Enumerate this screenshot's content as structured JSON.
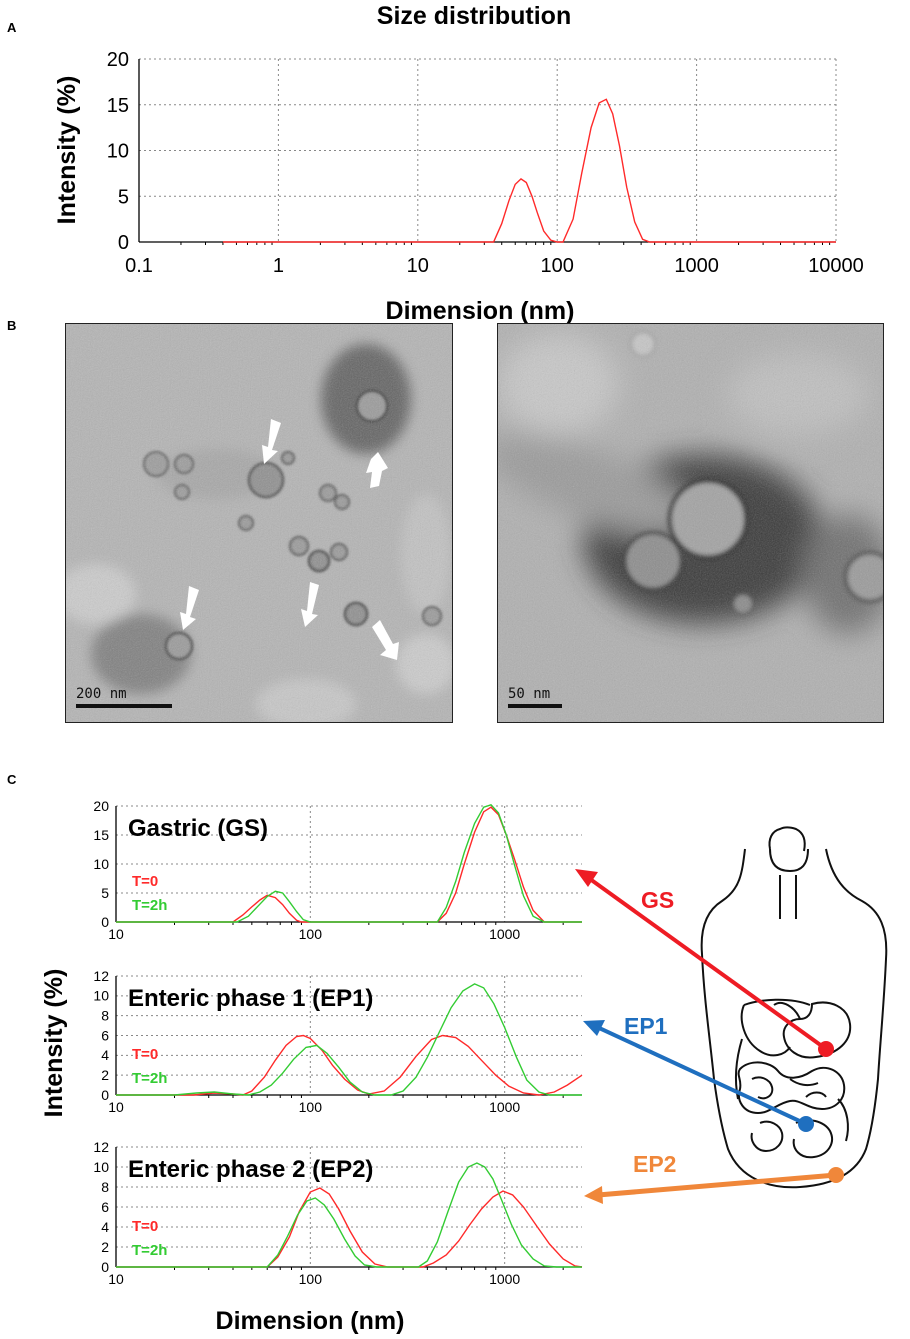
{
  "panels": {
    "a": "A",
    "b": "B",
    "c": "C"
  },
  "colors": {
    "red": "#ff2a2a",
    "green": "#33cc33",
    "gs": "#ee1c24",
    "ep1": "#1f6fbf",
    "ep2": "#f0873a"
  },
  "chart_data": [
    {
      "type": "line",
      "title": "Size distribution",
      "xlabel": "Dimension (nm)",
      "ylabel": "Intensity (%)",
      "xscale": "log",
      "xlim": [
        0.1,
        10000
      ],
      "ylim": [
        0,
        20
      ],
      "xticks": [
        "0.1",
        "1",
        "10",
        "100",
        "1000",
        "10000"
      ],
      "yticks": [
        "0",
        "5",
        "10",
        "15",
        "20"
      ],
      "grid": true,
      "series": [
        {
          "color": "red",
          "x": [
            0.4,
            35,
            40,
            45,
            50,
            55,
            60,
            66,
            72,
            80,
            90,
            100,
            110,
            130,
            150,
            175,
            200,
            225,
            250,
            280,
            315,
            360,
            410,
            460,
            10000
          ],
          "y": [
            0,
            0,
            2.0,
            4.5,
            6.3,
            6.9,
            6.5,
            5.0,
            3.2,
            1.2,
            0.2,
            0,
            0,
            2.5,
            7.5,
            12.5,
            15.2,
            15.6,
            14.0,
            10.5,
            6.0,
            2.2,
            0.3,
            0,
            0
          ]
        }
      ]
    },
    {
      "type": "line",
      "title": "Gastric (GS)",
      "xscale": "log",
      "xlim": [
        10,
        2500
      ],
      "ylim": [
        0,
        20
      ],
      "xticks": [
        "10",
        "100",
        "1000"
      ],
      "yticks": [
        "0",
        "5",
        "10",
        "15",
        "20"
      ],
      "grid": true,
      "legend": [
        "T=0",
        "T=2h"
      ],
      "series": [
        {
          "name": "T=0",
          "color": "red",
          "x": [
            10,
            40,
            45,
            50,
            55,
            60,
            66,
            72,
            78,
            85,
            90,
            450,
            500,
            560,
            620,
            700,
            780,
            850,
            930,
            1020,
            1120,
            1250,
            1400,
            1600,
            2500
          ],
          "y": [
            0,
            0,
            1.2,
            2.6,
            3.8,
            4.6,
            4.2,
            3.0,
            1.5,
            0.3,
            0,
            0,
            1.5,
            5.0,
            10.0,
            15.5,
            19.0,
            19.8,
            18.5,
            15.0,
            11.0,
            6.0,
            2.0,
            0,
            0
          ]
        },
        {
          "name": "T=2h",
          "color": "green",
          "x": [
            10,
            42,
            48,
            54,
            60,
            66,
            72,
            78,
            85,
            92,
            100,
            450,
            500,
            560,
            620,
            700,
            780,
            850,
            930,
            1020,
            1120,
            1250,
            1400,
            1600,
            2500
          ],
          "y": [
            0,
            0,
            1.0,
            2.8,
            4.4,
            5.3,
            5.0,
            3.5,
            1.8,
            0.4,
            0,
            0,
            2.5,
            7.0,
            12.0,
            17.0,
            19.8,
            20.2,
            18.8,
            15.0,
            10.0,
            4.5,
            1.0,
            0,
            0
          ]
        }
      ]
    },
    {
      "type": "line",
      "title": "Enteric phase 1 (EP1)",
      "xscale": "log",
      "xlim": [
        10,
        2500
      ],
      "ylim": [
        0,
        12
      ],
      "xticks": [
        "10",
        "100",
        "1000"
      ],
      "yticks": [
        "0",
        "2",
        "4",
        "6",
        "8",
        "10",
        "12"
      ],
      "grid": true,
      "legend": [
        "T=0",
        "T=2h"
      ],
      "series": [
        {
          "name": "T=0",
          "color": "red",
          "x": [
            10,
            25,
            32,
            40,
            45,
            50,
            58,
            66,
            75,
            85,
            92,
            100,
            115,
            130,
            150,
            175,
            200,
            240,
            290,
            350,
            420,
            480,
            560,
            650,
            760,
            900,
            1050,
            1250,
            1500,
            1800,
            2100,
            2500
          ],
          "y": [
            0,
            0,
            0.2,
            0.1,
            0,
            0.4,
            1.8,
            3.5,
            5.0,
            5.9,
            6.0,
            5.7,
            4.5,
            3.0,
            1.6,
            0.5,
            0.1,
            0.4,
            1.8,
            3.9,
            5.6,
            6.0,
            5.8,
            4.9,
            3.5,
            2.0,
            0.9,
            0.2,
            0,
            0.3,
            1.0,
            2.0
          ]
        },
        {
          "name": "T=2h",
          "color": "green",
          "x": [
            10,
            20,
            26,
            32,
            40,
            48,
            55,
            63,
            72,
            82,
            95,
            108,
            122,
            140,
            160,
            185,
            215,
            260,
            300,
            350,
            400,
            460,
            530,
            610,
            700,
            780,
            880,
            1000,
            1150,
            1300,
            1500,
            1700,
            2500
          ],
          "y": [
            0,
            0,
            0.2,
            0.3,
            0.1,
            0,
            0.3,
            1.0,
            2.2,
            3.6,
            4.8,
            5.0,
            4.2,
            2.8,
            1.3,
            0.3,
            0,
            0,
            0.4,
            1.8,
            3.8,
            6.3,
            8.8,
            10.5,
            11.2,
            10.8,
            9.2,
            6.8,
            3.8,
            1.5,
            0.3,
            0,
            0
          ]
        }
      ]
    },
    {
      "type": "line",
      "title": "Enteric phase 2 (EP2)",
      "xscale": "log",
      "xlim": [
        10,
        2500
      ],
      "ylim": [
        0,
        12
      ],
      "xticks": [
        "10",
        "100",
        "1000"
      ],
      "yticks": [
        "0",
        "2",
        "4",
        "6",
        "8",
        "10",
        "12"
      ],
      "grid": true,
      "legend": [
        "T=0",
        "T=2h"
      ],
      "series": [
        {
          "name": "T=0",
          "color": "red",
          "x": [
            10,
            60,
            68,
            78,
            88,
            100,
            112,
            125,
            140,
            160,
            185,
            215,
            250,
            380,
            430,
            500,
            580,
            660,
            760,
            870,
            980,
            1100,
            1250,
            1450,
            1700,
            2000,
            2300,
            2500
          ],
          "y": [
            0,
            0,
            1.0,
            3.0,
            5.6,
            7.5,
            7.9,
            7.3,
            5.8,
            3.6,
            1.5,
            0.3,
            0,
            0,
            0.4,
            1.2,
            2.6,
            4.2,
            5.8,
            7.0,
            7.6,
            7.2,
            6.0,
            4.2,
            2.3,
            0.8,
            0.1,
            0
          ]
        },
        {
          "name": "T=2h",
          "color": "green",
          "x": [
            10,
            60,
            68,
            76,
            86,
            96,
            106,
            118,
            132,
            150,
            170,
            190,
            220,
            360,
            400,
            450,
            510,
            580,
            650,
            720,
            790,
            870,
            960,
            1080,
            1220,
            1400,
            1600,
            1850,
            2500
          ],
          "y": [
            0,
            0,
            1.2,
            3.0,
            5.2,
            6.6,
            6.9,
            6.2,
            4.8,
            2.8,
            1.1,
            0.2,
            0,
            0,
            0.6,
            2.5,
            5.5,
            8.5,
            10.0,
            10.4,
            10.0,
            8.8,
            6.8,
            4.3,
            2.2,
            0.8,
            0.1,
            0,
            0
          ]
        }
      ]
    }
  ],
  "panel_c_axes": {
    "ylabel": "Intensity (%)",
    "xlabel": "Dimension (nm)"
  },
  "tem_left": {
    "scale_label": "200 nm"
  },
  "tem_right": {
    "scale_label": "50 nm"
  },
  "anatomy_labels": {
    "gs": "GS",
    "ep1": "EP1",
    "ep2": "EP2"
  }
}
